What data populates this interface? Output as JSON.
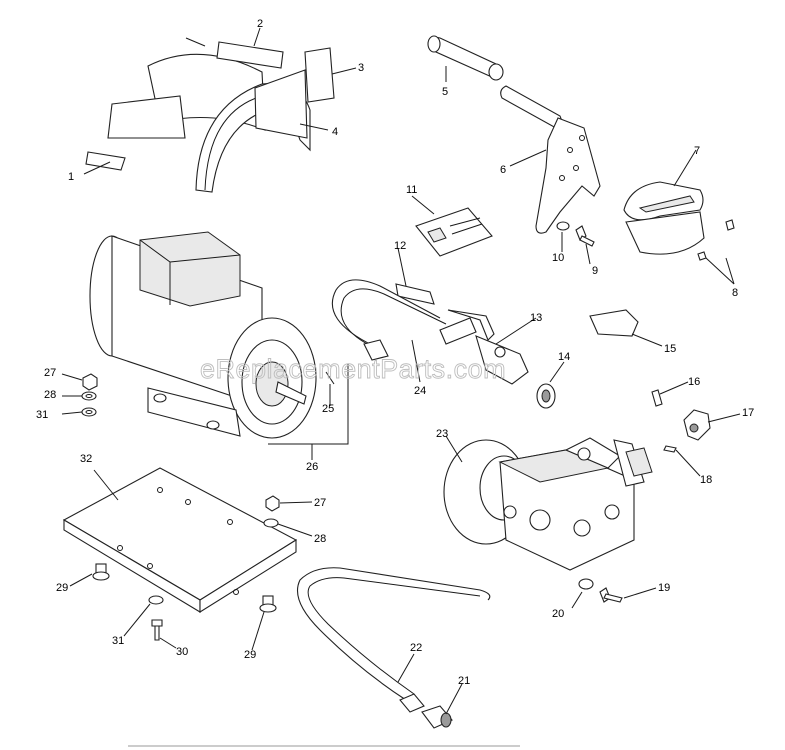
{
  "watermark": "eReplacementParts.com",
  "callouts": {
    "c1": "1",
    "c2": "2",
    "c3": "3",
    "c4": "4",
    "c5": "5",
    "c6": "6",
    "c7": "7",
    "c8": "8",
    "c9": "9",
    "c10": "10",
    "c11": "11",
    "c12": "12",
    "c13": "13",
    "c14": "14",
    "c15": "15",
    "c16": "16",
    "c17": "17",
    "c18": "18",
    "c19": "19",
    "c20": "20",
    "c21": "21",
    "c22": "22",
    "c23": "23",
    "c24": "24",
    "c25": "25",
    "c26": "26",
    "c27a": "27",
    "c27b": "27",
    "c28a": "28",
    "c28b": "28",
    "c29a": "29",
    "c29b": "29",
    "c30": "30",
    "c31a": "31",
    "c31b": "31",
    "c32": "32"
  }
}
